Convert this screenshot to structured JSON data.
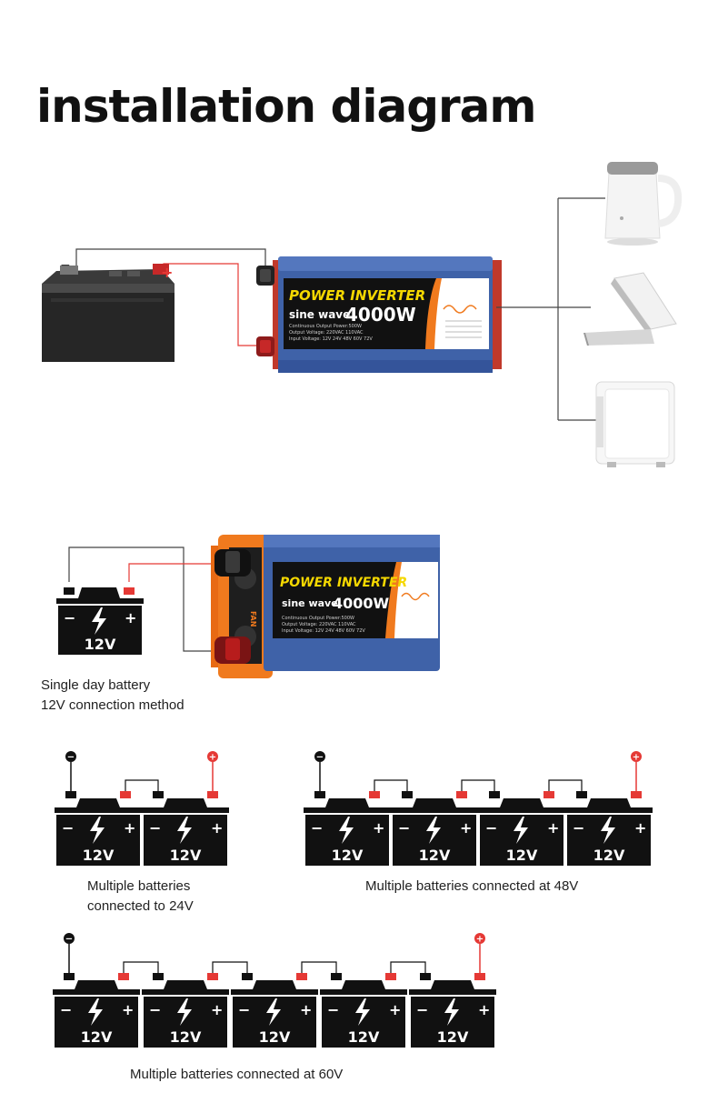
{
  "title": "installation diagram",
  "inverter_top": {
    "brand": "POWER INVERTER",
    "wave": "sine wave",
    "power": "4000W",
    "spec1": "Continuous Output Power:500W",
    "spec2": "Output Voltage: 220VAC 110VAC",
    "spec3": "Input Voltage: 12V 24V 48V 60V 72V"
  },
  "inverter_mid": {
    "brand": "POWER INVERTER",
    "wave": "sine wave",
    "power": "4000W",
    "fan": "FAN",
    "spec1": "Continuous Output Power:500W",
    "spec2": "Output Voltage: 220VAC 110VAC",
    "spec3": "Input Voltage: 12V 24V 48V 60V 72V"
  },
  "battery_label": "12V",
  "polarity": {
    "plus": "+",
    "minus": "−"
  },
  "captions": {
    "single_line1": "Single day battery",
    "single_line2": "12V connection method",
    "multi24_line1": "Multiple batteries",
    "multi24_line2": "connected to 24V",
    "multi48": "Multiple batteries connected at 48V",
    "multi60": "Multiple batteries connected at 60V"
  },
  "colors": {
    "inverter_blue": "#3f62a8",
    "inverter_orange": "#f07a1e",
    "label_black": "#111111",
    "brand_yellow": "#f5d800",
    "wire_red": "#e53935",
    "battery_black": "#111111"
  }
}
